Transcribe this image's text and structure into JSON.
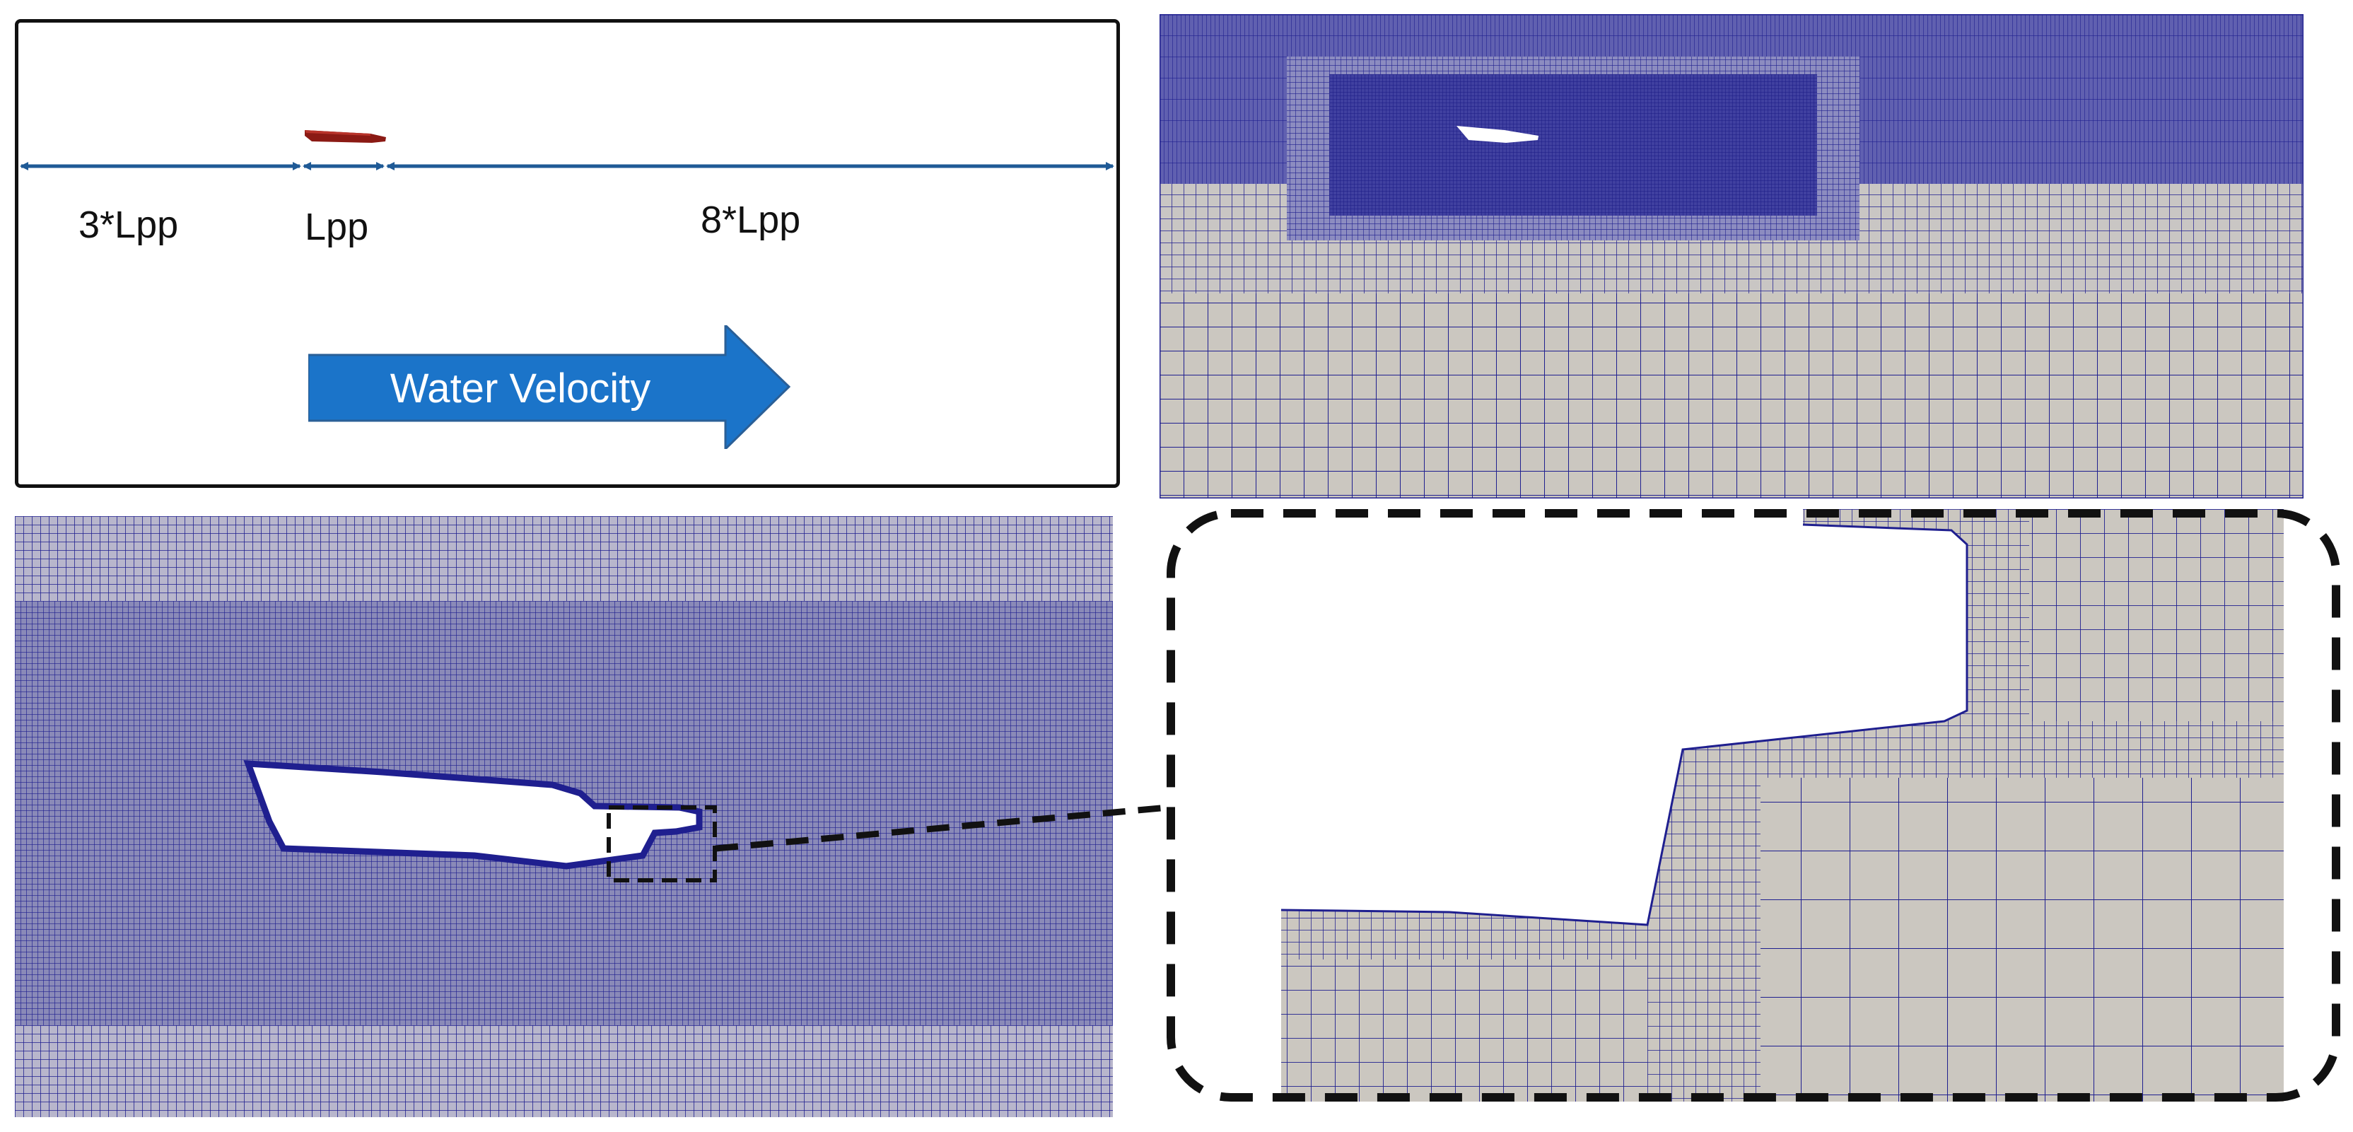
{
  "domain_schematic": {
    "upstream_label": "3*Lpp",
    "ship_label": "Lpp",
    "downstream_label": "8*Lpp",
    "flow_label": "Water Velocity"
  },
  "colors": {
    "mesh_line": "#1f1f8f",
    "mesh_fill": "#cbc7c0",
    "dimension_arrow": "#1f5a96",
    "flow_arrow": "#1b74c9",
    "ship_hull": "#8b1a14",
    "frame": "#111111"
  },
  "icons": {
    "ship": "ship-icon",
    "flow": "right-arrow-icon"
  }
}
